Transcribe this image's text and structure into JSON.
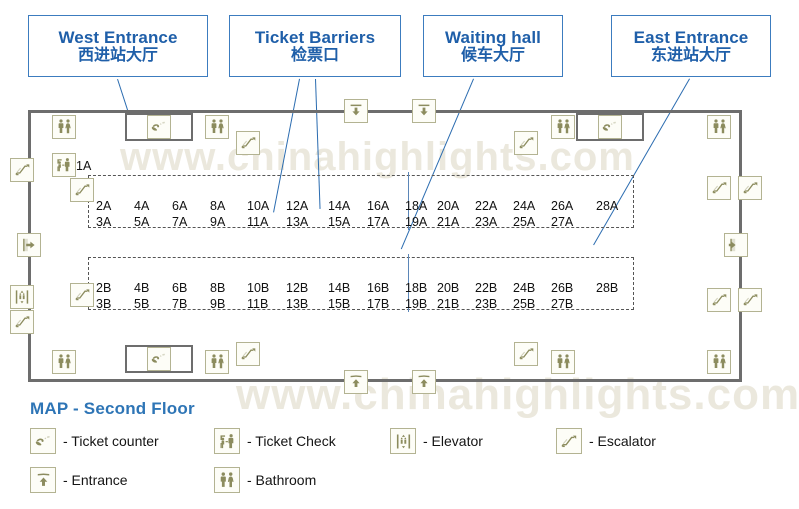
{
  "map": {
    "title": "MAP - Second Floor",
    "watermark": "www.chinahighlights.com",
    "gate_label": "1A"
  },
  "callouts": [
    {
      "id": "west-entrance",
      "en": "West Entrance",
      "zh": "西进站大厅"
    },
    {
      "id": "ticket-barriers",
      "en": "Ticket Barriers",
      "zh": "检票口"
    },
    {
      "id": "waiting-hall",
      "en": "Waiting hall",
      "zh": "候车大厅"
    },
    {
      "id": "east-entrance",
      "en": "East Entrance",
      "zh": "东进站大厅"
    }
  ],
  "platform_a": {
    "columns": [
      {
        "top": "2A",
        "bottom": "3A"
      },
      {
        "top": "4A",
        "bottom": "5A"
      },
      {
        "top": "6A",
        "bottom": "7A"
      },
      {
        "top": "8A",
        "bottom": "9A"
      },
      {
        "top": "10A",
        "bottom": "11A"
      },
      {
        "top": "12A",
        "bottom": "13A"
      },
      {
        "top": "14A",
        "bottom": "15A"
      },
      {
        "top": "16A",
        "bottom": "17A"
      },
      {
        "top": "18A",
        "bottom": "19A"
      },
      {
        "top": "20A",
        "bottom": "21A"
      },
      {
        "top": "22A",
        "bottom": "23A"
      },
      {
        "top": "24A",
        "bottom": "25A"
      },
      {
        "top": "26A",
        "bottom": "27A"
      }
    ],
    "end_cell": "28A"
  },
  "platform_b": {
    "columns": [
      {
        "top": "2B",
        "bottom": "3B"
      },
      {
        "top": "4B",
        "bottom": "5B"
      },
      {
        "top": "6B",
        "bottom": "7B"
      },
      {
        "top": "8B",
        "bottom": "9B"
      },
      {
        "top": "10B",
        "bottom": "11B"
      },
      {
        "top": "12B",
        "bottom": "13B"
      },
      {
        "top": "14B",
        "bottom": "15B"
      },
      {
        "top": "16B",
        "bottom": "17B"
      },
      {
        "top": "18B",
        "bottom": "19B"
      },
      {
        "top": "20B",
        "bottom": "21B"
      },
      {
        "top": "22B",
        "bottom": "23B"
      },
      {
        "top": "24B",
        "bottom": "25B"
      },
      {
        "top": "26B",
        "bottom": "27B"
      }
    ],
    "end_cell": "28B"
  },
  "legend": [
    {
      "icon": "ticket-counter-icon",
      "label": "- Ticket counter"
    },
    {
      "icon": "ticket-check-icon",
      "label": "- Ticket Check"
    },
    {
      "icon": "elevator-icon",
      "label": "- Elevator"
    },
    {
      "icon": "escalator-icon",
      "label": "- Escalator"
    },
    {
      "icon": "entrance-icon",
      "label": "- Entrance"
    },
    {
      "icon": "bathroom-icon",
      "label": "- Bathroom"
    }
  ],
  "colors": {
    "callout_text": "#1F5FA9",
    "callout_border": "#3C7CBF",
    "legend_title": "#2E75B6",
    "icon_olive": "#8c8c5e",
    "icon_border": "#b3b392",
    "wall": "#6d6d6d",
    "zone_dash": "#555555"
  }
}
